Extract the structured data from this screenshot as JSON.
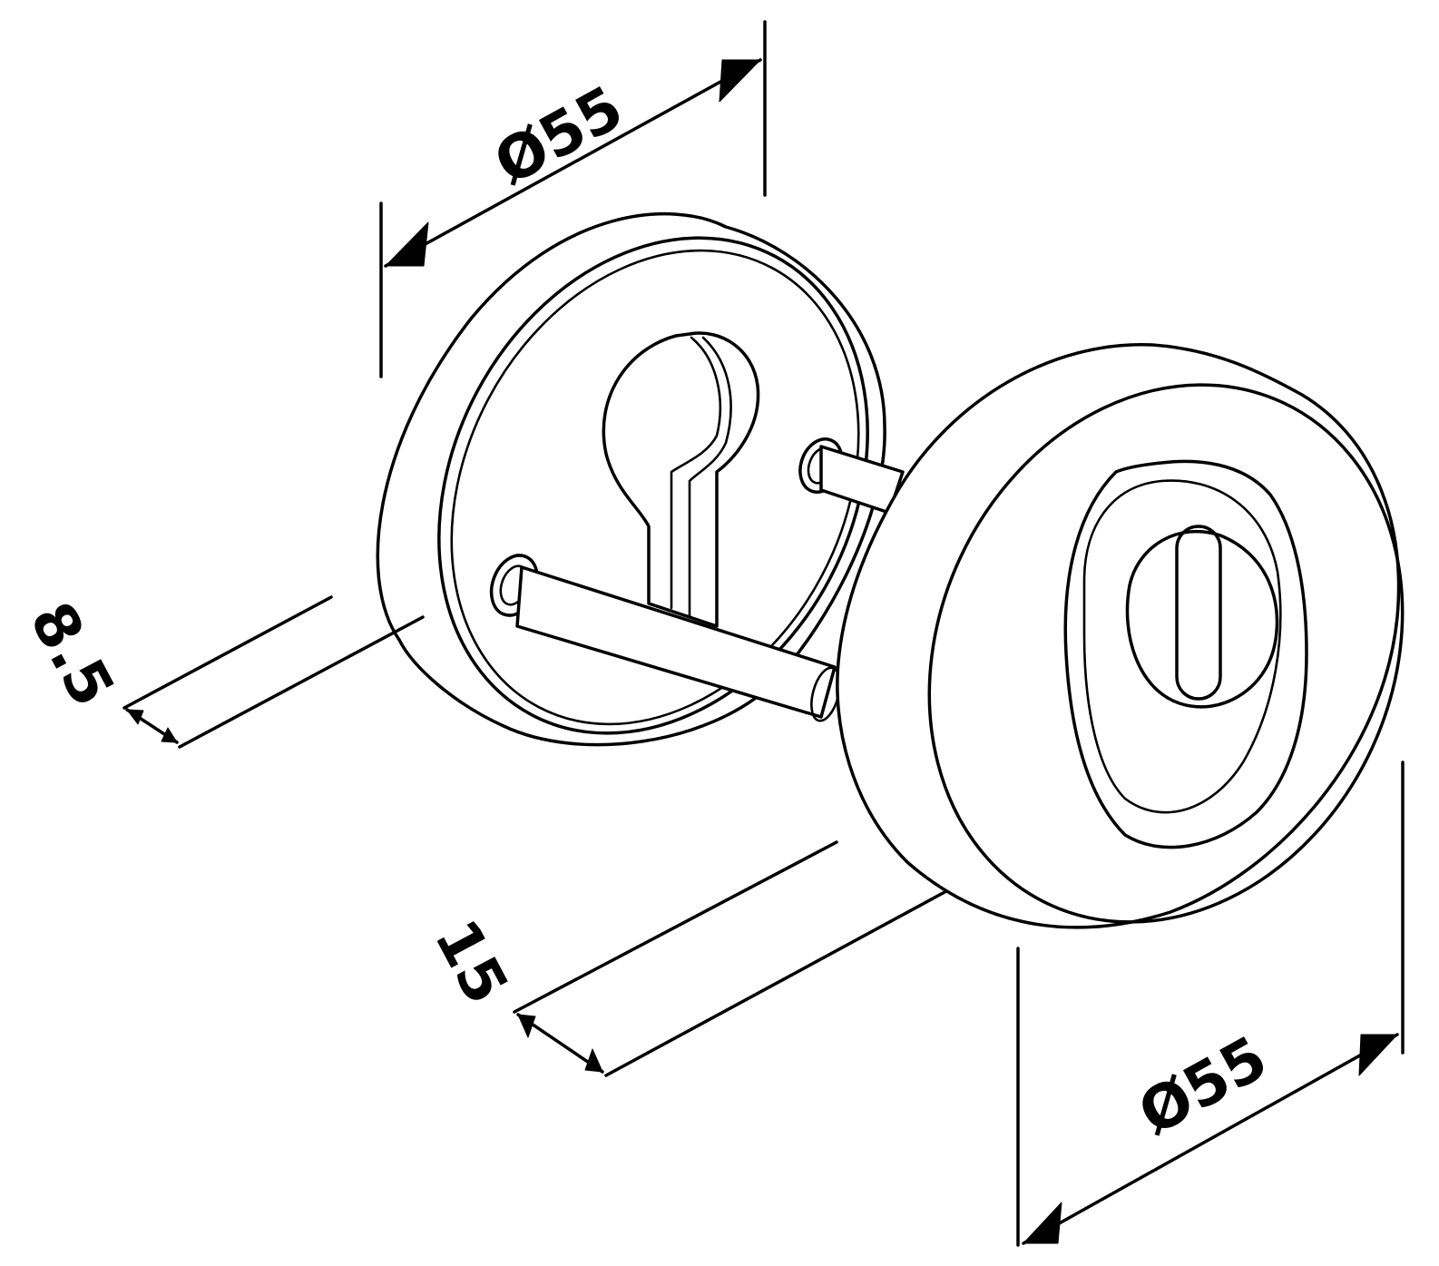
{
  "dimensions": {
    "back_rose_diameter": "Ø55",
    "front_rose_diameter": "Ø55",
    "back_rose_thickness": "8.5",
    "front_rose_thickness": "15"
  },
  "colors": {
    "line": "#000000",
    "background": "#ffffff"
  }
}
